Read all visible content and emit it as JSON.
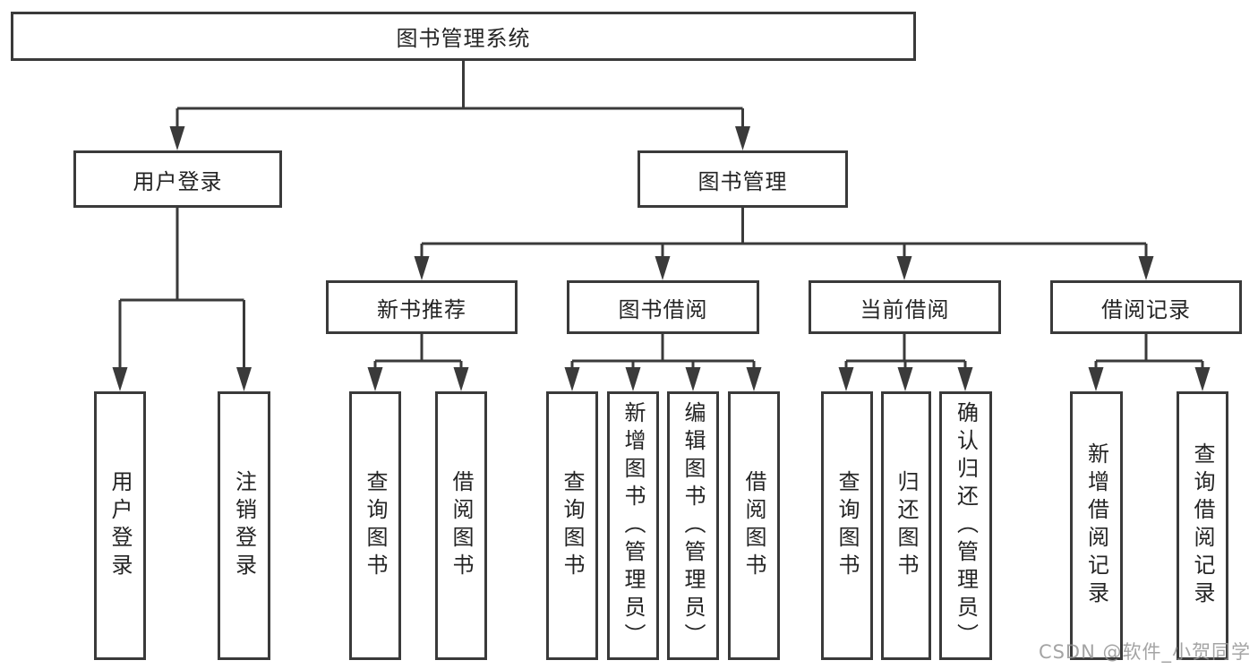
{
  "diagram": {
    "nodes": {
      "root": "图书管理系统",
      "user_login": "用户登录",
      "book_mgmt": "图书管理",
      "new_book_rec": "新书推荐",
      "book_borrow": "图书借阅",
      "current_borrow": "当前借阅",
      "borrow_records": "借阅记录",
      "leaf_user_login": "用户登录",
      "leaf_logout": "注销登录",
      "leaf_query_book_1": "查询图书",
      "leaf_borrow_book_1": "借阅图书",
      "leaf_query_book_2": "查询图书",
      "leaf_add_book": "新增图书（管理员）",
      "leaf_edit_book": "编辑图书（管理员）",
      "leaf_borrow_book_2": "借阅图书",
      "leaf_query_book_3": "查询图书",
      "leaf_return_book": "归还图书",
      "leaf_confirm_return": "确认归还（管理员）",
      "leaf_add_record": "新增借阅记录",
      "leaf_query_record": "查询借阅记录"
    },
    "colors": {
      "line": "#3a3a3a",
      "text": "#242424",
      "background": "#ffffff",
      "watermark_text": "#949494"
    },
    "watermark": "CSDN @软件_小贺同学"
  }
}
